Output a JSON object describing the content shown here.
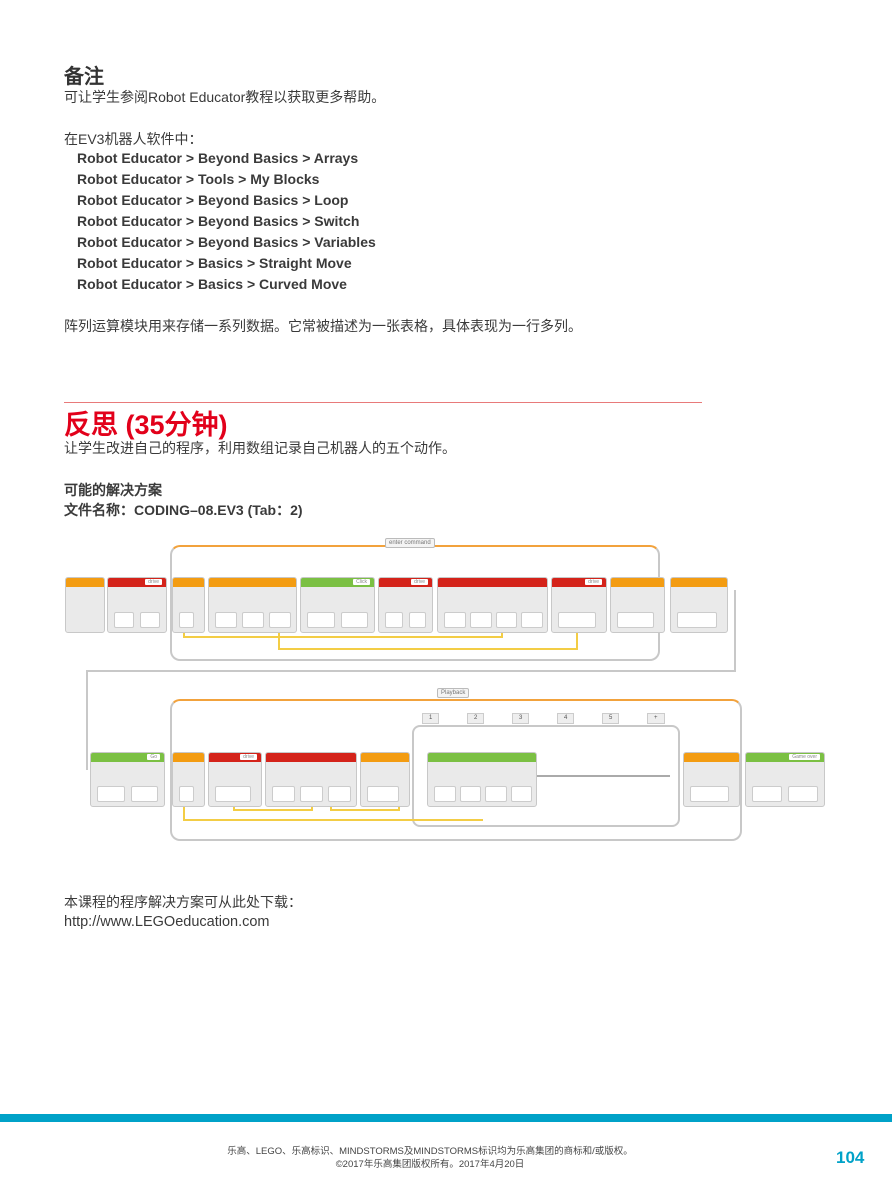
{
  "notes": {
    "heading": "备注",
    "intro": "可让学生参阅Robot Educator教程以获取更多帮助。",
    "software_label": "在EV3机器人软件中：",
    "paths": [
      "Robot Educator > Beyond Basics > Arrays",
      "Robot Educator > Tools > My Blocks",
      "Robot Educator > Beyond Basics > Loop",
      "Robot Educator > Beyond Basics > Switch",
      "Robot Educator > Beyond Basics > Variables",
      "Robot Educator > Basics > Straight Move",
      "Robot Educator > Basics > Curved Move"
    ],
    "array_note": "阵列运算模块用来存储一系列数据。它常被描述为一张表格，具体表现为一行多列。"
  },
  "reflect": {
    "heading": "反思 (35分钟)",
    "desc": "让学生改进自己的程序，利用数组记录自己机器人的五个动作。",
    "solution_label": "可能的解决方案",
    "file_name": "文件名称：CODING–08.EV3 (Tab：2)"
  },
  "diagram": {
    "loop1_label": "enter command",
    "loop2_label": "Playback",
    "block_tags": {
      "drive": "drive",
      "click": "Click",
      "go": "Go",
      "game_over": "Game over"
    },
    "case_tabs": [
      "1",
      "2",
      "3",
      "4",
      "5",
      "+"
    ],
    "colors": {
      "action": "#7bc043",
      "flow": "#f39c12",
      "data": "#d4231a",
      "wire": "#f3cd45"
    }
  },
  "download": {
    "text": "本课程的程序解决方案可从此处下载：",
    "url": "http://www.LEGOeducation.com"
  },
  "footer": {
    "line1": "乐高、LEGO、乐高标识、MINDSTORMS及MINDSTORMS标识均为乐高集团的商标和/或版权。",
    "line2": "©2017年乐高集团版权所有。2017年4月20日",
    "page_number": "104",
    "bar_color": "#00a2c8"
  }
}
